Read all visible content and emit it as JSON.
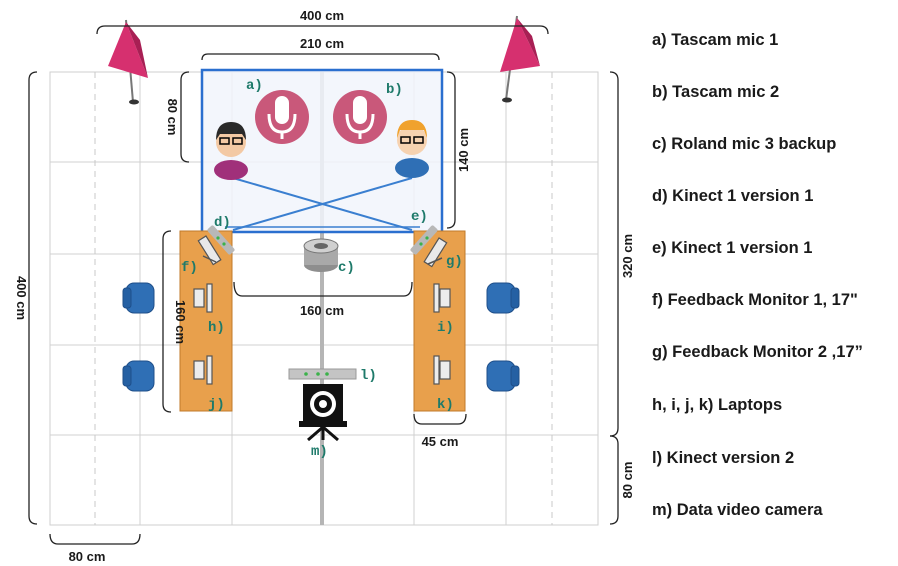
{
  "dimensions": {
    "top_width": "400 cm",
    "stage_width": "210 cm",
    "stage_depth": "80 cm",
    "stage_height": "140 cm",
    "left_height": "400 cm",
    "right_upper": "320 cm",
    "right_lower": "80 cm",
    "table_gap": "160 cm",
    "table_length": "160 cm",
    "table_width": "45 cm",
    "bottom_left": "80 cm"
  },
  "markers": {
    "a": "a)",
    "b": "b)",
    "c": "c)",
    "d": "d)",
    "e": "e)",
    "f": "f)",
    "g": "g)",
    "h": "h)",
    "i": "i)",
    "j": "j)",
    "k": "k)",
    "l": "l)",
    "m": "m)"
  },
  "legend": [
    "a) Tascam mic 1",
    "b) Tascam mic 2",
    "c) Roland mic 3 backup",
    "d) Kinect 1 version 1",
    "e) Kinect 1 version 1",
    "f) Feedback Monitor 1, 17\"",
    "g) Feedback Monitor 2 ,17”",
    "h, i, j, k) Laptops",
    "l) Kinect version 2",
    "m) Data video camera"
  ],
  "colors": {
    "flag": "#d6306f",
    "mic": "#c9587a",
    "stage_border": "#2a6fcf",
    "beam": "#3a7fd0",
    "table": "#e8a04c",
    "chair": "#2f6fb5",
    "label": "#1e7a6a"
  }
}
